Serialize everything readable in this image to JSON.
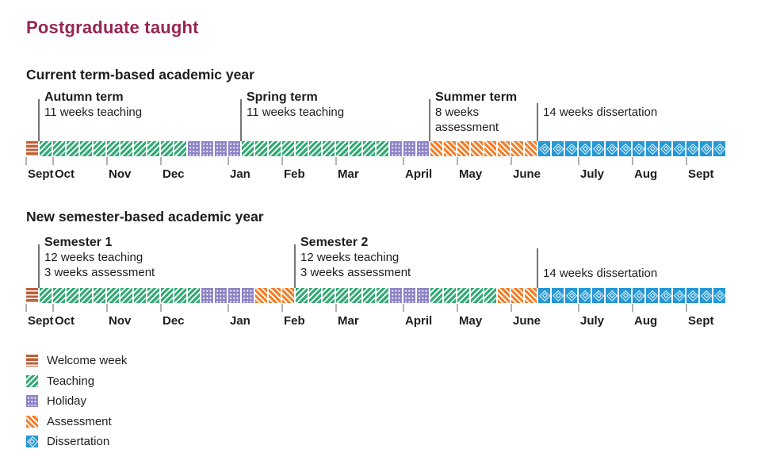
{
  "page": {
    "title": "Postgraduate taught"
  },
  "colors": {
    "title": "#982453",
    "text": "#1d1d1b",
    "welcome": "#c15d35",
    "teaching": "#35aa76",
    "holiday": "#8d83c6",
    "assessment": "#f0812e",
    "dissertation": "#2598d5",
    "tick": "#b2b2b2",
    "annotation_line": "#757575"
  },
  "chart_data": [
    {
      "type": "timeline",
      "heading": "Current term-based academic year",
      "total_weeks": 52,
      "segments": [
        {
          "label": "Welcome week",
          "pattern": "welcome",
          "weeks": 1
        },
        {
          "label": "Teaching",
          "pattern": "teaching",
          "weeks": 11
        },
        {
          "label": "Holiday",
          "pattern": "holiday",
          "weeks": 4
        },
        {
          "label": "Teaching",
          "pattern": "teaching",
          "weeks": 11
        },
        {
          "label": "Holiday",
          "pattern": "holiday",
          "weeks": 3
        },
        {
          "label": "Assessment",
          "pattern": "assessment",
          "weeks": 8
        },
        {
          "label": "Dissertation",
          "pattern": "dissertation",
          "weeks": 14
        }
      ],
      "annotations": [
        {
          "title": "Autumn term",
          "lines": [
            "11 weeks teaching"
          ],
          "week": 1
        },
        {
          "title": "Spring term",
          "lines": [
            "11 weeks teaching"
          ],
          "week": 16
        },
        {
          "title": "Summer term",
          "lines": [
            "8 weeks",
            "assessment"
          ],
          "week": 30
        },
        {
          "title": "",
          "lines": [
            "14 weeks dissertation"
          ],
          "week": 38
        }
      ],
      "months": [
        {
          "label": "Sept",
          "week": 0
        },
        {
          "label": "Oct",
          "week": 2
        },
        {
          "label": "Nov",
          "week": 6
        },
        {
          "label": "Dec",
          "week": 10
        },
        {
          "label": "Jan",
          "week": 15
        },
        {
          "label": "Feb",
          "week": 19
        },
        {
          "label": "Mar",
          "week": 23
        },
        {
          "label": "April",
          "week": 28
        },
        {
          "label": "May",
          "week": 32
        },
        {
          "label": "June",
          "week": 36
        },
        {
          "label": "July",
          "week": 41
        },
        {
          "label": "Aug",
          "week": 45
        },
        {
          "label": "Sept",
          "week": 49
        }
      ]
    },
    {
      "type": "timeline",
      "heading": "New semester-based academic year",
      "total_weeks": 52,
      "segments": [
        {
          "label": "Welcome week",
          "pattern": "welcome",
          "weeks": 1
        },
        {
          "label": "Teaching",
          "pattern": "teaching",
          "weeks": 12
        },
        {
          "label": "Holiday",
          "pattern": "holiday",
          "weeks": 4
        },
        {
          "label": "Assessment",
          "pattern": "assessment",
          "weeks": 3
        },
        {
          "label": "Teaching",
          "pattern": "teaching",
          "weeks": 7
        },
        {
          "label": "Holiday",
          "pattern": "holiday",
          "weeks": 3
        },
        {
          "label": "Teaching",
          "pattern": "teaching",
          "weeks": 5
        },
        {
          "label": "Assessment",
          "pattern": "assessment",
          "weeks": 3
        },
        {
          "label": "Dissertation",
          "pattern": "dissertation",
          "weeks": 14
        }
      ],
      "annotations": [
        {
          "title": "Semester 1",
          "lines": [
            "12 weeks teaching",
            "3 weeks assessment"
          ],
          "week": 1
        },
        {
          "title": "Semester 2",
          "lines": [
            "12 weeks teaching",
            "3 weeks assessment"
          ],
          "week": 20
        },
        {
          "title": "",
          "lines": [
            "14 weeks dissertation"
          ],
          "week": 38
        }
      ],
      "months": [
        {
          "label": "Sept",
          "week": 0
        },
        {
          "label": "Oct",
          "week": 2
        },
        {
          "label": "Nov",
          "week": 6
        },
        {
          "label": "Dec",
          "week": 10
        },
        {
          "label": "Jan",
          "week": 15
        },
        {
          "label": "Feb",
          "week": 19
        },
        {
          "label": "Mar",
          "week": 23
        },
        {
          "label": "April",
          "week": 28
        },
        {
          "label": "May",
          "week": 32
        },
        {
          "label": "June",
          "week": 36
        },
        {
          "label": "July",
          "week": 41
        },
        {
          "label": "Aug",
          "week": 45
        },
        {
          "label": "Sept",
          "week": 49
        }
      ]
    }
  ],
  "legend": [
    {
      "label": "Welcome week",
      "pattern": "welcome"
    },
    {
      "label": "Teaching",
      "pattern": "teaching"
    },
    {
      "label": "Holiday",
      "pattern": "holiday"
    },
    {
      "label": "Assessment",
      "pattern": "assessment"
    },
    {
      "label": "Dissertation",
      "pattern": "dissertation"
    }
  ]
}
